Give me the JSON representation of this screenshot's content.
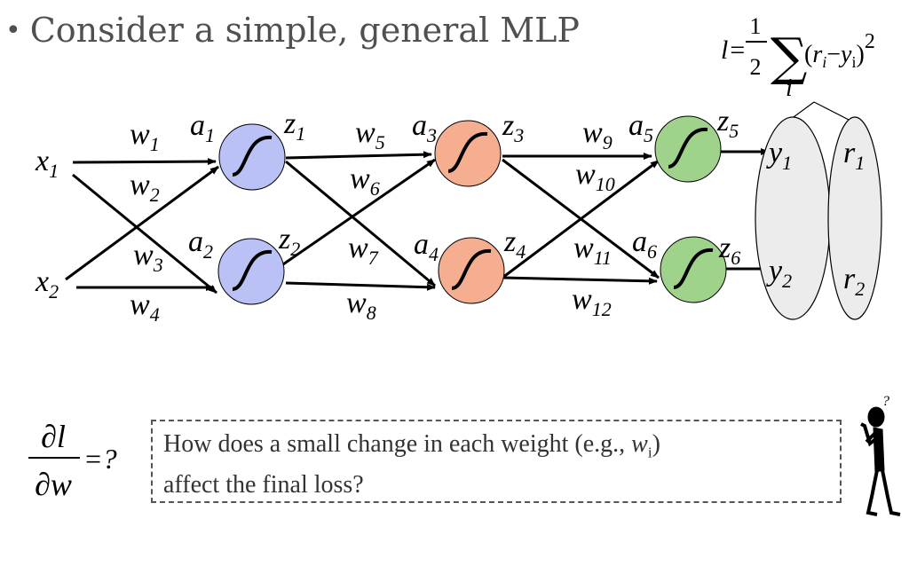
{
  "bullet": {
    "symbol": "•",
    "text": "Consider a simple, general MLP"
  },
  "loss": {
    "lhs": "l=",
    "num": "1",
    "den": "2",
    "sum": "∑",
    "index": "i",
    "r": "r",
    "r_sub": "i",
    "minus": "−",
    "y": "y",
    "y_sub": "i",
    "exp": "2"
  },
  "inputs": [
    {
      "base": "x",
      "sub": "1"
    },
    {
      "base": "x",
      "sub": "2"
    }
  ],
  "weights": [
    {
      "base": "w",
      "sub": "1"
    },
    {
      "base": "w",
      "sub": "2"
    },
    {
      "base": "w",
      "sub": "3"
    },
    {
      "base": "w",
      "sub": "4"
    },
    {
      "base": "w",
      "sub": "5"
    },
    {
      "base": "w",
      "sub": "6"
    },
    {
      "base": "w",
      "sub": "7"
    },
    {
      "base": "w",
      "sub": "8"
    },
    {
      "base": "w",
      "sub": "9"
    },
    {
      "base": "w",
      "sub": "10"
    },
    {
      "base": "w",
      "sub": "11"
    },
    {
      "base": "w",
      "sub": "12"
    }
  ],
  "activations": [
    {
      "base": "a",
      "sub": "1"
    },
    {
      "base": "a",
      "sub": "2"
    },
    {
      "base": "a",
      "sub": "3"
    },
    {
      "base": "a",
      "sub": "4"
    },
    {
      "base": "a",
      "sub": "5"
    },
    {
      "base": "a",
      "sub": "6"
    }
  ],
  "node_outputs": [
    {
      "base": "z",
      "sub": "1"
    },
    {
      "base": "z",
      "sub": "2"
    },
    {
      "base": "z",
      "sub": "3"
    },
    {
      "base": "z",
      "sub": "4"
    },
    {
      "base": "z",
      "sub": "5"
    },
    {
      "base": "z",
      "sub": "6"
    }
  ],
  "outputs": [
    {
      "base": "y",
      "sub": "1"
    },
    {
      "base": "y",
      "sub": "2"
    }
  ],
  "targets": [
    {
      "base": "r",
      "sub": "1"
    },
    {
      "base": "r",
      "sub": "2"
    }
  ],
  "colors": {
    "layer1": "#b9c1f5",
    "layer2": "#f6ae90",
    "layer3": "#9fd28a",
    "ellipse": "#ececec"
  },
  "derivative": {
    "numerator": "∂l",
    "denominator": "∂w",
    "rhs": "=?"
  },
  "question": {
    "line1_prefix": "How does a small change in each weight (e.g., ",
    "w": "w",
    "w_sub": "i",
    "line1_suffix": ")",
    "line2": "affect the final loss?"
  },
  "thinker": {
    "mark": "?"
  }
}
